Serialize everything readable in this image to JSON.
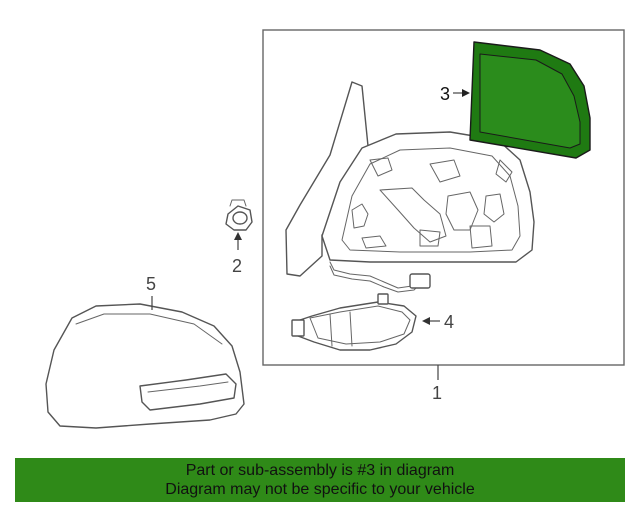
{
  "callouts": {
    "part_1": "1",
    "part_2": "2",
    "part_3": "3",
    "part_4": "4",
    "part_5": "5"
  },
  "banner": {
    "line1": "Part or sub-assembly is #3 in diagram",
    "line2": "Diagram may not be specific to your vehicle"
  },
  "colors": {
    "highlight_fill": "#1f7a12",
    "banner_bg": "#2f8a18",
    "line_art": "#555555"
  }
}
